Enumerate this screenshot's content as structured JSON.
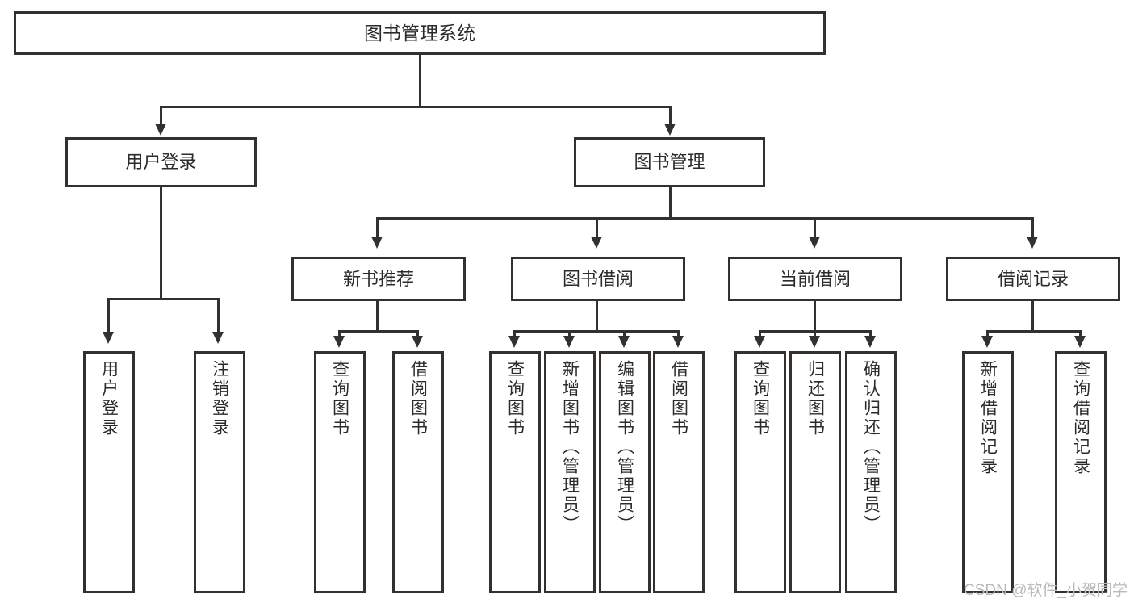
{
  "diagram": {
    "title": "图书管理系统",
    "type": "tree",
    "colors": {
      "box_border": "#33302e",
      "box_fill": "#ffffff",
      "text": "#2b2b2b",
      "connector": "#33302e",
      "watermark": "#b9b9b9"
    },
    "root": {
      "label": "图书管理系统"
    },
    "level2": [
      {
        "label": "用户登录"
      },
      {
        "label": "图书管理"
      }
    ],
    "level3": [
      {
        "label": "新书推荐"
      },
      {
        "label": "图书借阅"
      },
      {
        "label": "当前借阅"
      },
      {
        "label": "借阅记录"
      }
    ],
    "leaves": {
      "user_login": [
        {
          "label": "用户登录"
        },
        {
          "label": "注销登录"
        }
      ],
      "new_book_recommend": [
        {
          "label": "查询图书"
        },
        {
          "label": "借阅图书"
        }
      ],
      "book_borrow": [
        {
          "label": "查询图书"
        },
        {
          "label": "新增图书（管理员）"
        },
        {
          "label": "编辑图书（管理员）"
        },
        {
          "label": "借阅图书"
        }
      ],
      "current_borrow": [
        {
          "label": "查询图书"
        },
        {
          "label": "归还图书"
        },
        {
          "label": "确认归还（管理员）"
        }
      ],
      "borrow_record": [
        {
          "label": "新增借阅记录"
        },
        {
          "label": "查询借阅记录"
        }
      ]
    }
  },
  "watermark": {
    "text": "CSDN @软件_小贺同学"
  }
}
